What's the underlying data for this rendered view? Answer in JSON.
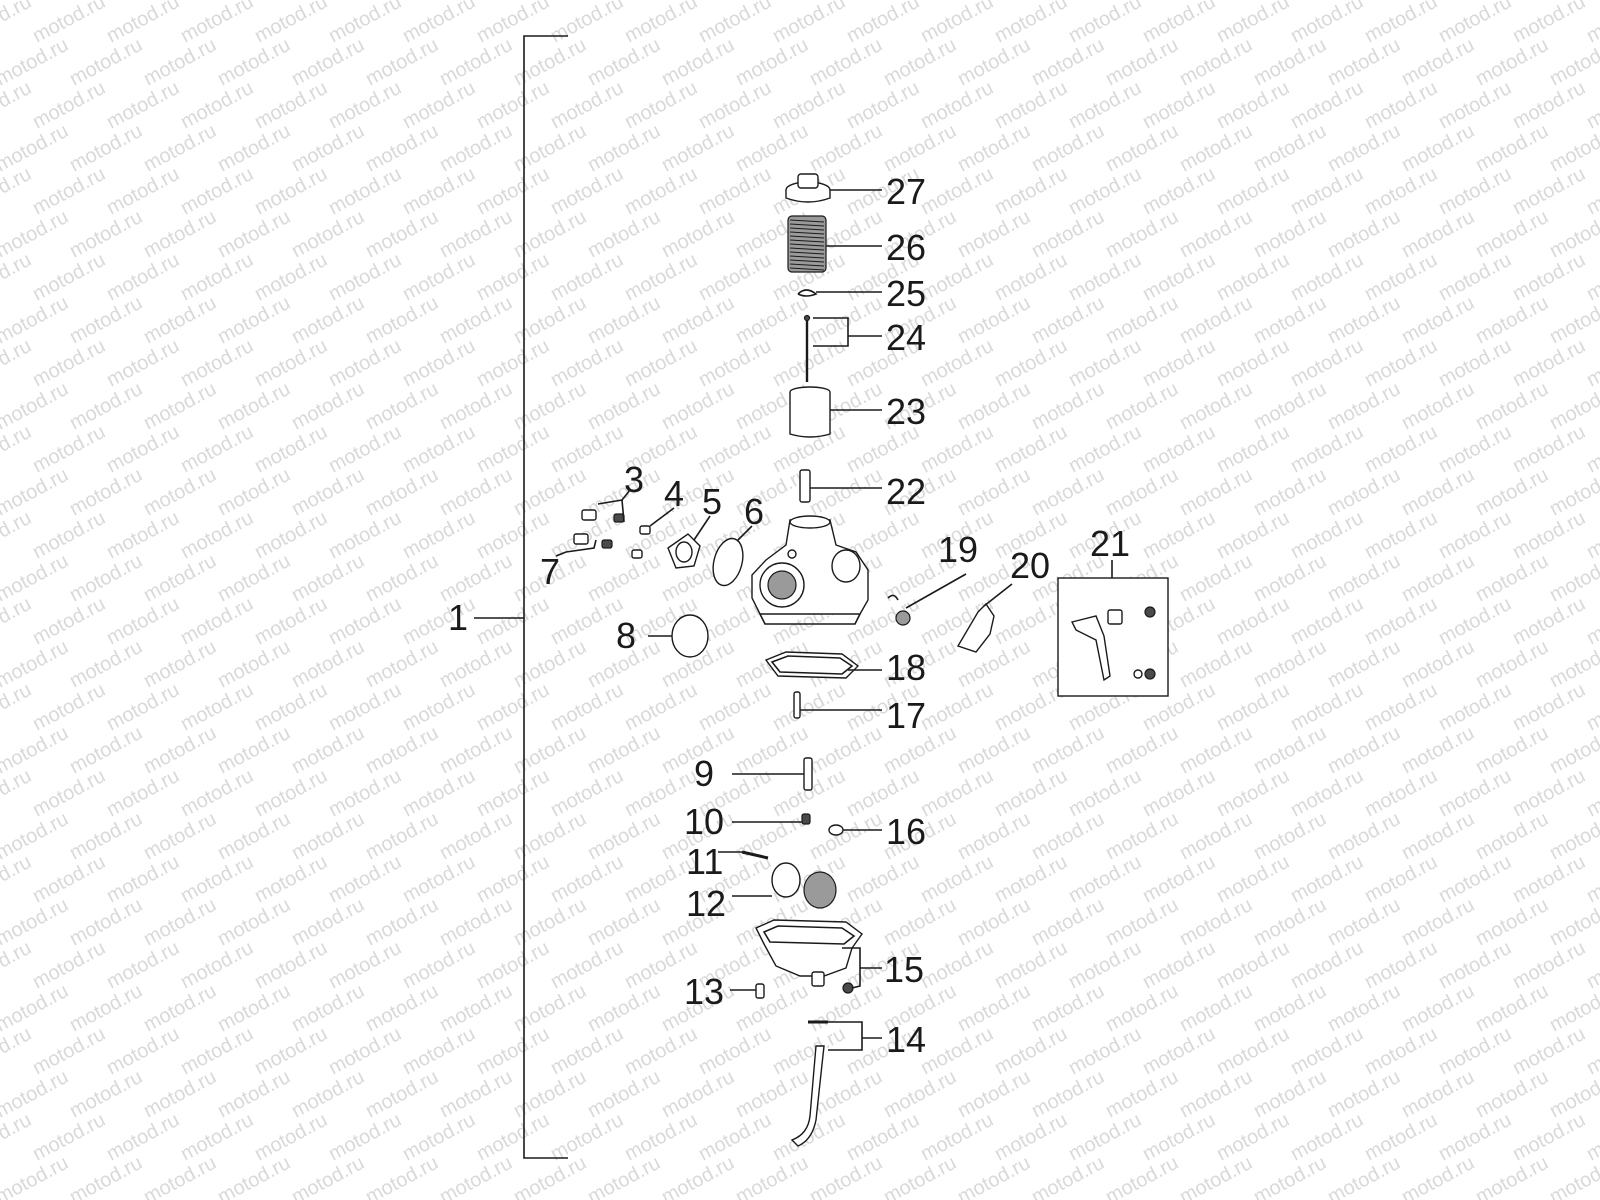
{
  "watermark": {
    "text": "motod.ru",
    "color": "#d9d9d9"
  },
  "diagram": {
    "type": "exploded-parts-diagram",
    "subject": "carburetor",
    "callouts": [
      "1",
      "3",
      "4",
      "5",
      "6",
      "7",
      "8",
      "9",
      "10",
      "11",
      "12",
      "13",
      "14",
      "15",
      "16",
      "17",
      "18",
      "19",
      "20",
      "21",
      "22",
      "23",
      "24",
      "25",
      "26",
      "27"
    ]
  },
  "colors": {
    "line": "#1a1a1a",
    "background": "#ffffff",
    "watermark": "#d9d9d9"
  }
}
